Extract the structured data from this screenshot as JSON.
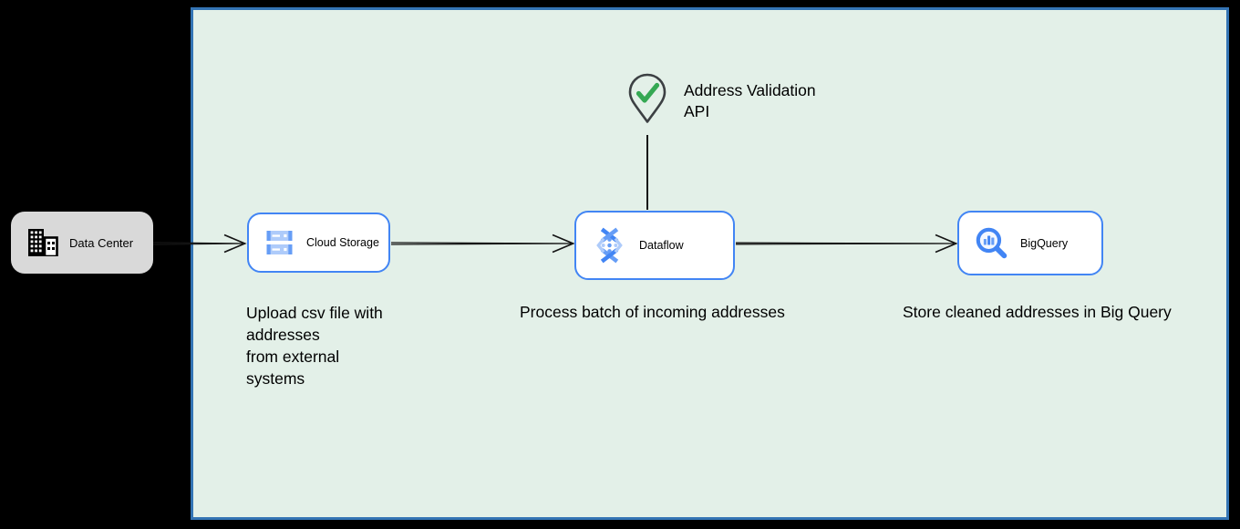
{
  "colors": {
    "canvas_bg": "#000000",
    "zone_fill": "#e3f0e8",
    "zone_border": "#3474b4",
    "node_fill": "#ffffff",
    "node_border": "#4285f4",
    "external_fill": "#d9d9d9",
    "text": "#000000",
    "arrow": "#141414",
    "pin_outline": "#3c4043",
    "check_green": "#34a853",
    "icon_blue": "#4285f4",
    "icon_blue_medium": "#669df6",
    "icon_blue_light": "#aecbfa"
  },
  "external_node": {
    "label": "Data Center",
    "icon": "office-building-icon"
  },
  "nodes": [
    {
      "id": "cloud-storage",
      "label": "Cloud Storage",
      "icon": "cloud-storage-icon"
    },
    {
      "id": "dataflow",
      "label": "Dataflow",
      "icon": "dataflow-icon"
    },
    {
      "id": "bigquery",
      "label": "BigQuery",
      "icon": "bigquery-icon"
    }
  ],
  "annotation": {
    "label": "Address Validation\nAPI",
    "icon": "location-pin-check-icon"
  },
  "captions": [
    {
      "for": "cloud-storage",
      "text": "Upload csv file with\naddresses\nfrom external\nsystems"
    },
    {
      "for": "dataflow",
      "text": "Process batch of incoming addresses"
    },
    {
      "for": "bigquery",
      "text": "Store cleaned addresses in Big Query"
    }
  ],
  "edges": [
    {
      "from": "data-center",
      "to": "cloud-storage"
    },
    {
      "from": "cloud-storage",
      "to": "dataflow"
    },
    {
      "from": "dataflow",
      "to": "bigquery"
    },
    {
      "from": "address-validation-api",
      "to": "dataflow"
    }
  ]
}
